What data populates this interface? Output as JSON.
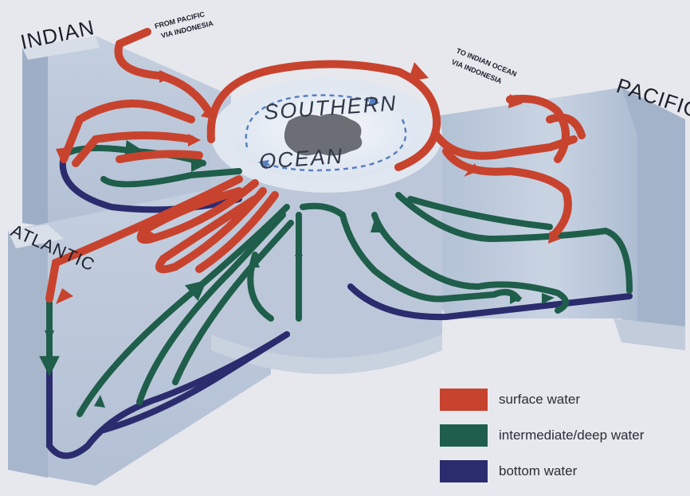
{
  "labels": {
    "indian": "INDIAN",
    "pacific": "PACIFIC",
    "atlantic": "ATLANTIC",
    "southern_ocean_line1": "SOUTHERN",
    "southern_ocean_line2": "OCEAN",
    "from_pacific_line1": "FROM PACIFIC",
    "from_pacific_line2": "VIA INDONESIA",
    "to_indian_line1": "TO INDIAN OCEAN",
    "to_indian_line2": "VIA INDONESIA"
  },
  "legend": [
    {
      "label": "surface water",
      "color": "#c8432e"
    },
    {
      "label": "intermediate/deep water",
      "color": "#1f5e4a"
    },
    {
      "label": "bottom water",
      "color": "#2b2c6e"
    }
  ],
  "colors": {
    "surface": "#c8432e",
    "intermediate": "#1f5e4a",
    "bottom": "#2b2c6e",
    "antarctic_current": "#5a7fc0"
  }
}
